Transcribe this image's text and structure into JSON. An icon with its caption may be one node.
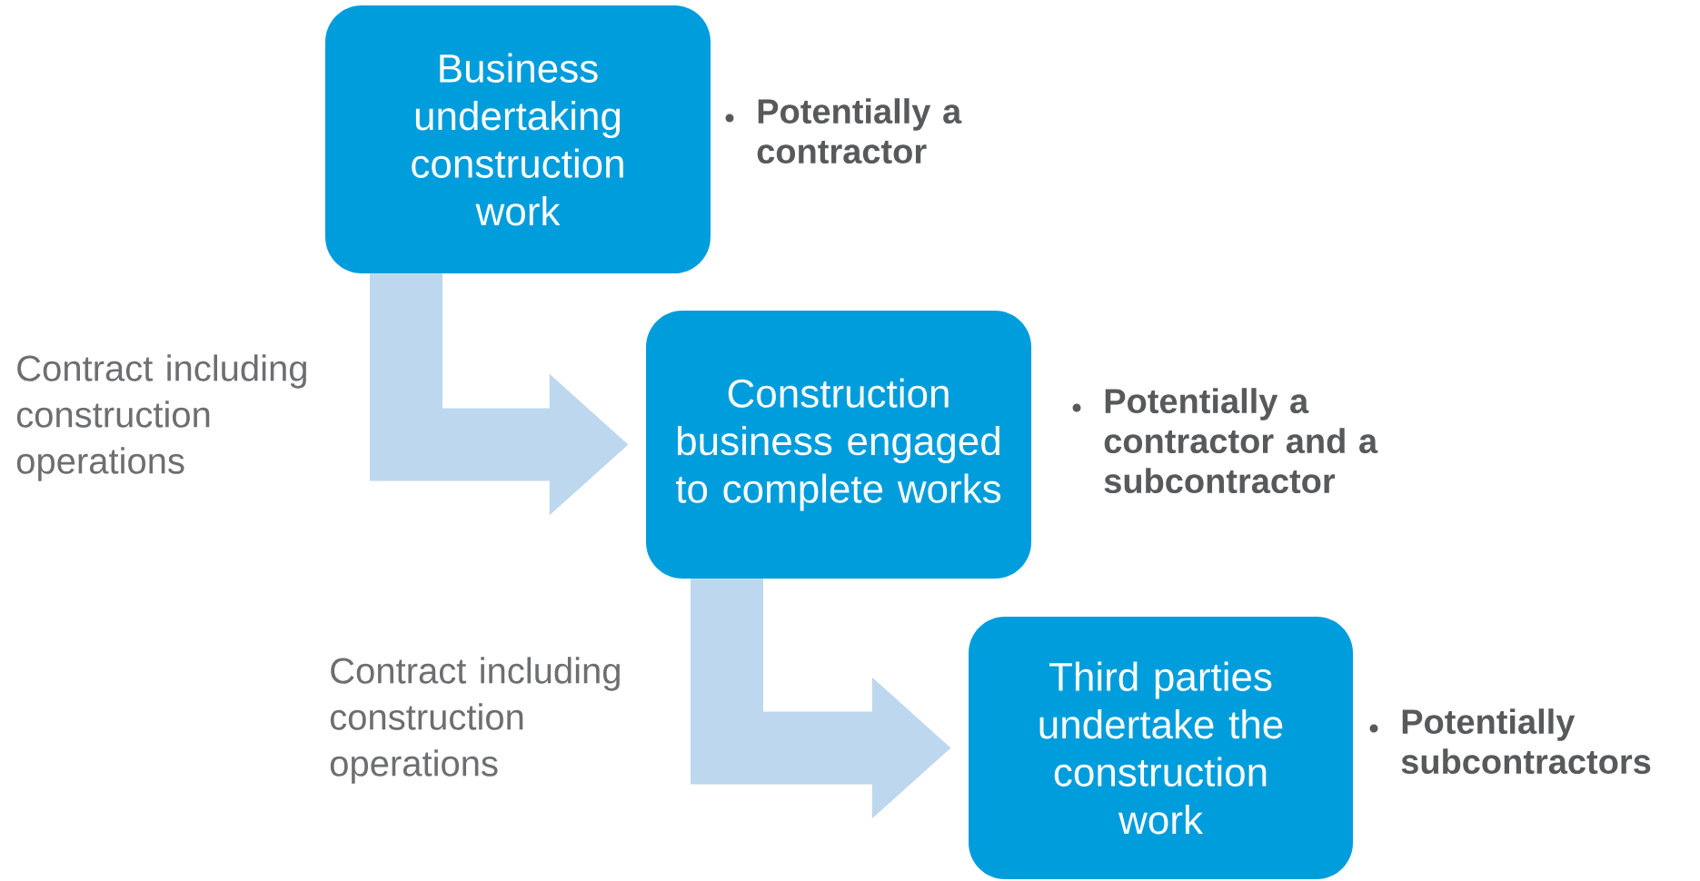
{
  "diagram": {
    "nodes": [
      {
        "text": [
          "Business undertaking construction work"
        ],
        "beside": [
          "Potentially a contractor"
        ]
      },
      {
        "text": [
          "Construction business engaged to complete works"
        ],
        "beside": [
          "Potentially a contractor and a subcontractor"
        ]
      },
      {
        "text": [
          "Third parties undertake the construction work"
        ],
        "beside": [
          "Potentially subcontractors"
        ]
      }
    ],
    "edges": [
      {
        "from": 0,
        "to": 1,
        "arrow": "to",
        "label": "Contract including construction operations"
      },
      {
        "from": 1,
        "to": 2,
        "arrow": "to",
        "label": "Contract including construction operations"
      }
    ]
  }
}
